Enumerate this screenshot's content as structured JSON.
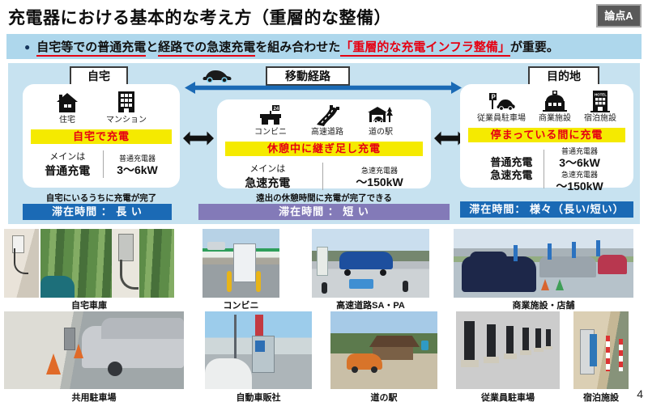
{
  "page": {
    "title": "充電器における基本的な考え方（重層的な整備）",
    "badge": "論点A",
    "page_number": "4"
  },
  "key_message": {
    "seg1": "自宅等での普通充電",
    "seg2": "と",
    "seg3": "経路での急速充電",
    "seg4": "を組み合わせた",
    "seg5": "「重層的な充電インフラ整備」",
    "seg6": "が重要。"
  },
  "columns": {
    "home": {
      "label": "自宅",
      "locations": [
        {
          "icon": "house-icon",
          "label": "住宅"
        },
        {
          "icon": "apartment-icon",
          "label": "マンション"
        }
      ],
      "highlight": "自宅で充電",
      "main_label": "メインは",
      "main_value": "普通充電",
      "spec_label": "普通充電器",
      "spec_value": "3～6kW",
      "note": "自宅にいるうちに充電が完了",
      "stay": "滞在時間 ： 長 い"
    },
    "route": {
      "label": "移動経路",
      "locations": [
        {
          "icon": "convenience-store-icon",
          "label": "コンビニ"
        },
        {
          "icon": "highway-icon",
          "label": "高速道路"
        },
        {
          "icon": "roadside-station-icon",
          "label": "道の駅"
        }
      ],
      "highlight": "休憩中に継ぎ足し充電",
      "main_label": "メインは",
      "main_value": "急速充電",
      "spec_label": "急速充電器",
      "spec_value": "～150kW",
      "note": "遠出の休憩時間に充電が完了できる",
      "stay": "滞在時間 ： 短 い"
    },
    "destination": {
      "label": "目的地",
      "locations": [
        {
          "icon": "employee-parking-icon",
          "label": "従業員駐車場"
        },
        {
          "icon": "commercial-facility-icon",
          "label": "商業施設"
        },
        {
          "icon": "hotel-icon",
          "label": "宿泊施設"
        }
      ],
      "highlight": "停まっている間に充電",
      "main_values": [
        "普通充電",
        "急速充電"
      ],
      "specs": [
        {
          "label": "普通充電器",
          "value": "3～6kW"
        },
        {
          "label": "急速充電器",
          "value": "～150kW"
        }
      ],
      "stay": "滞在時間： 様々（長い/短い）"
    }
  },
  "photos": {
    "row1": [
      {
        "caption": "自宅車庫"
      },
      {
        "caption": "コンビニ"
      },
      {
        "caption": "高速道路SA・PA"
      },
      {
        "caption": "商業施設・店舗"
      }
    ],
    "row2": [
      {
        "caption": "共用駐車場"
      },
      {
        "caption": "自動車販社"
      },
      {
        "caption": "道の駅"
      },
      {
        "caption": "従業員駐車場"
      },
      {
        "caption": "宿泊施設"
      }
    ]
  },
  "colors": {
    "band_blue": "#aed7ec",
    "diagram_blue": "#c7e2f0",
    "highlight_yellow": "#f5ea00",
    "accent_red": "#e60012",
    "bar_blue": "#1b6ab5",
    "bar_purple": "#837ab8",
    "badge_gray": "#595959"
  }
}
